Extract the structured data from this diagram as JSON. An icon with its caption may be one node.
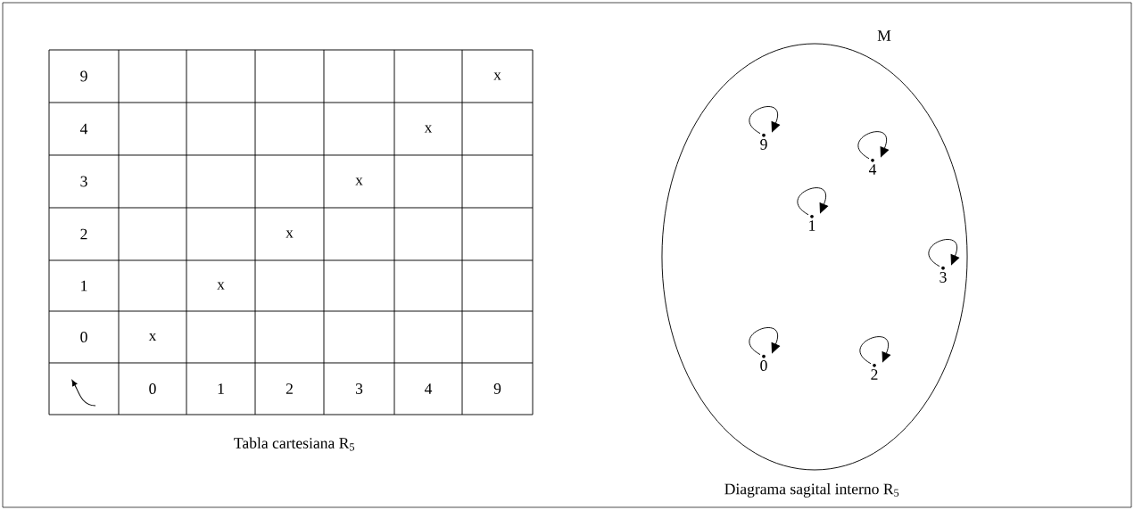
{
  "diagram": {
    "nodes": [
      {
        "text": [],
        "shape": "circle",
        "beside": [
          "M"
        ]
      },
      {
        "text": [
          "9"
        ],
        "in": 0
      },
      {
        "text": [
          "4"
        ],
        "in": 0
      },
      {
        "text": [
          "1"
        ],
        "in": 0
      },
      {
        "text": [
          "3"
        ],
        "in": 0
      },
      {
        "text": [
          "0"
        ],
        "in": 0
      },
      {
        "text": [
          "2"
        ],
        "in": 0
      }
    ],
    "edges": [
      {
        "from": 1,
        "to": 1,
        "arrow": "to"
      },
      {
        "from": 2,
        "to": 2,
        "arrow": "to"
      },
      {
        "from": 3,
        "to": 3,
        "arrow": "to"
      },
      {
        "from": 4,
        "to": 4,
        "arrow": "to"
      },
      {
        "from": 5,
        "to": 5,
        "arrow": "to"
      },
      {
        "from": 6,
        "to": 6,
        "arrow": "to"
      }
    ],
    "labels": [
      "9",
      "x",
      "4",
      "x",
      "3",
      "x",
      "2",
      "x",
      "1",
      "x",
      "0",
      "x",
      "0",
      "1",
      "2",
      "3",
      "4",
      "9",
      "Tabla cartesiana  R$_{5}$",
      "Diagrama sagital interno R$_{5}$"
    ]
  }
}
